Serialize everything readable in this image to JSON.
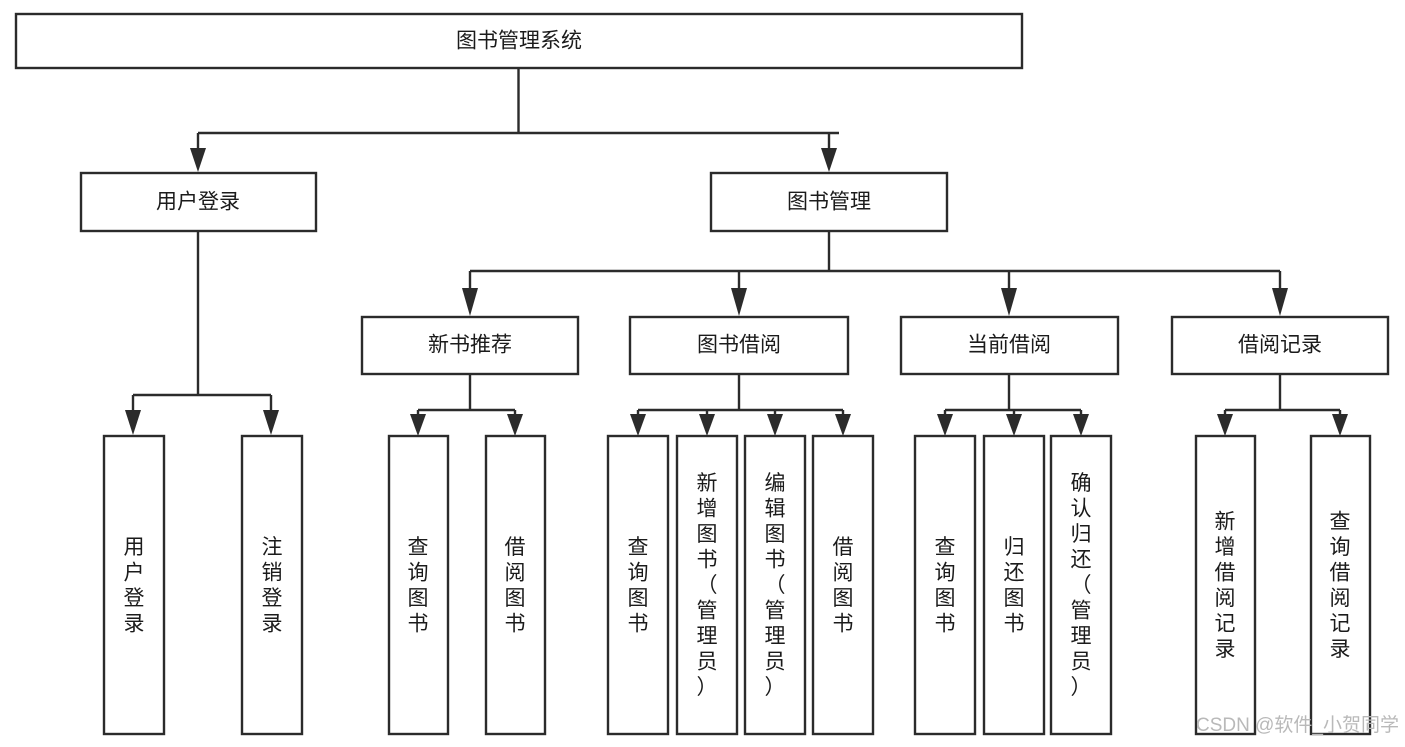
{
  "diagram": {
    "title": "图书管理系统",
    "type": "hierarchy-tree",
    "root": {
      "label": "图书管理系统"
    },
    "level2": [
      {
        "label": "用户登录"
      },
      {
        "label": "图书管理"
      }
    ],
    "level3": [
      {
        "label": "新书推荐"
      },
      {
        "label": "图书借阅"
      },
      {
        "label": "当前借阅"
      },
      {
        "label": "借阅记录"
      }
    ],
    "leaves": {
      "user_login": [
        {
          "label": "用户登录"
        },
        {
          "label": "注销登录"
        }
      ],
      "new_book_recommend": [
        {
          "label": "查询图书"
        },
        {
          "label": "借阅图书"
        }
      ],
      "book_borrow": [
        {
          "label": "查询图书"
        },
        {
          "label": "新增图书（管理员）"
        },
        {
          "label": "编辑图书（管理员）"
        },
        {
          "label": "借阅图书"
        }
      ],
      "current_borrow": [
        {
          "label": "查询图书"
        },
        {
          "label": "归还图书"
        },
        {
          "label": "确认归还（管理员）"
        }
      ],
      "borrow_record": [
        {
          "label": "新增借阅记录"
        },
        {
          "label": "查询借阅记录"
        }
      ]
    }
  },
  "watermark": {
    "text": "CSDN @软件_小贺同学"
  },
  "colors": {
    "box_stroke": "#2b2b2b",
    "box_fill": "#ffffff",
    "text": "#1b1b1b",
    "watermark": "#b9b9b9",
    "background": "#ffffff"
  }
}
